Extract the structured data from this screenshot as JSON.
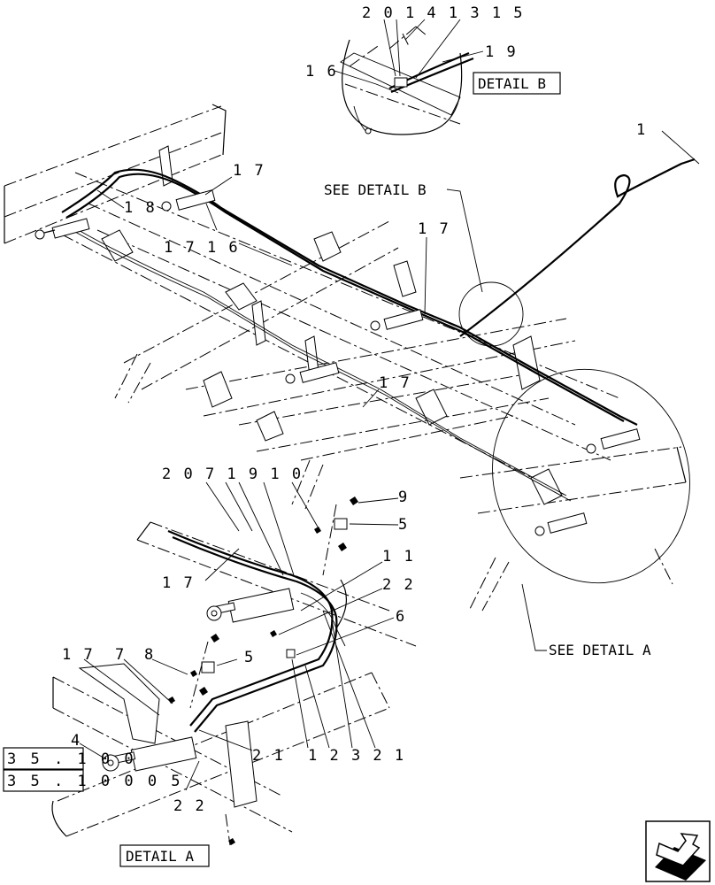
{
  "callouts": {
    "detail_b_top": "2 0 1 4 1 3 1 5",
    "detail_b_19": "1 9",
    "detail_b_16": "1 6",
    "detail_b_title": "DETAIL B",
    "main_1": "1",
    "main_17_a": "1 7",
    "main_18": "1 8",
    "main_1716": "1 7 1 6",
    "main_17_b": "1 7",
    "main_17_c": "1 7",
    "see_detail_b": "SEE DETAIL B",
    "see_detail_a": "SEE DETAIL A",
    "a_207_1910": "2 0 7 1 9 1 0",
    "a_9": "9",
    "a_5_top": "5",
    "a_17_mid": "1 7",
    "a_11": "1 1",
    "a_22_right": "2 2",
    "a_6": "6",
    "a_17_left": "1 7",
    "a_7": "7",
    "a_8": "8",
    "a_5_mid": "5",
    "a_4": "4",
    "a_21_left": "2 1",
    "a_123_21": "1 2 3 2 1",
    "a_22_bottom": "2 2",
    "ref_1": "3 5 . 1 0 0",
    "ref_2": "3 5 . 1 0 0 0 5",
    "detail_a_title": "DETAIL A"
  },
  "icons": {
    "corner": "page-turn-arrow-icon"
  }
}
